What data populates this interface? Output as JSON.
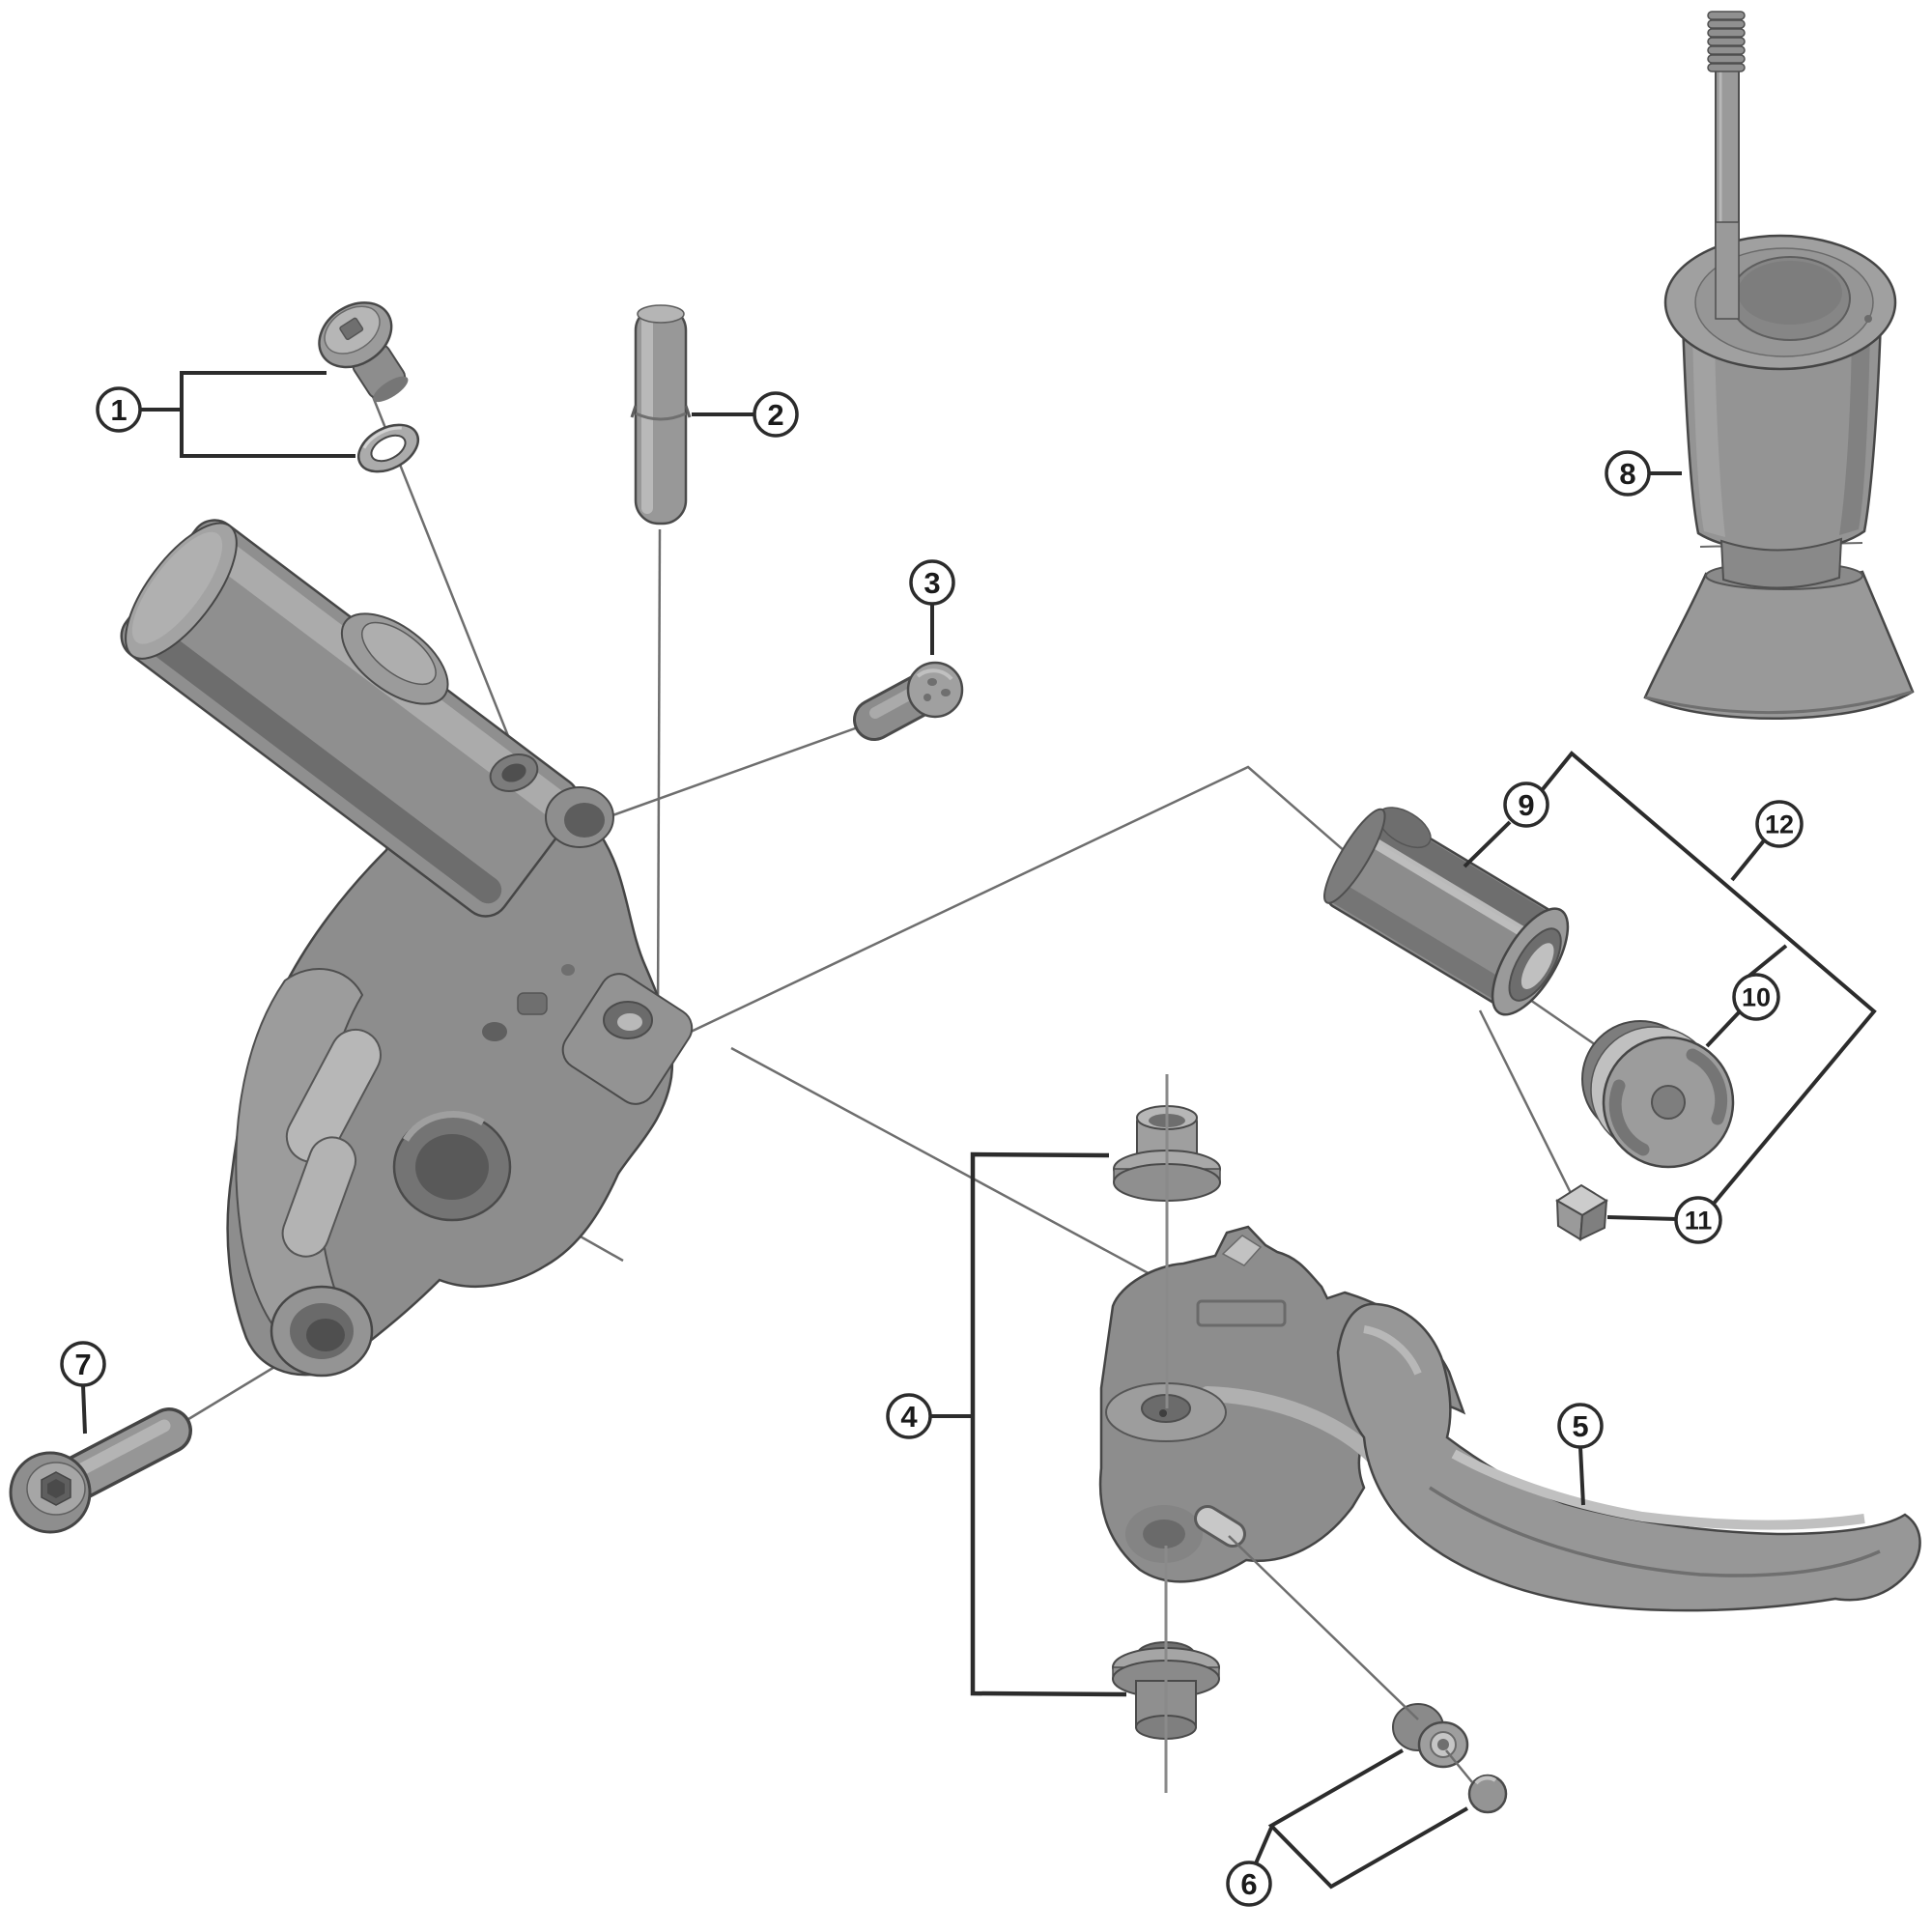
{
  "diagram": {
    "type": "exploded-parts-diagram",
    "background": "#ffffff",
    "colors": {
      "leader": "#2c2c2c",
      "thin_line": "#6e6e6e",
      "axis_line": "#8a8a8a",
      "part_base": "#919191",
      "part_light": "#b6b6b6",
      "part_dark": "#6a6a6a",
      "outline": "#424242",
      "balloon_fill": "#ffffff",
      "balloon_stroke": "#2c2c2c"
    },
    "callouts": [
      {
        "label": "1"
      },
      {
        "label": "2"
      },
      {
        "label": "3"
      },
      {
        "label": "4"
      },
      {
        "label": "5"
      },
      {
        "label": "6"
      },
      {
        "label": "7"
      },
      {
        "label": "8"
      },
      {
        "label": "9"
      },
      {
        "label": "10"
      },
      {
        "label": "11"
      },
      {
        "label": "12"
      }
    ]
  }
}
